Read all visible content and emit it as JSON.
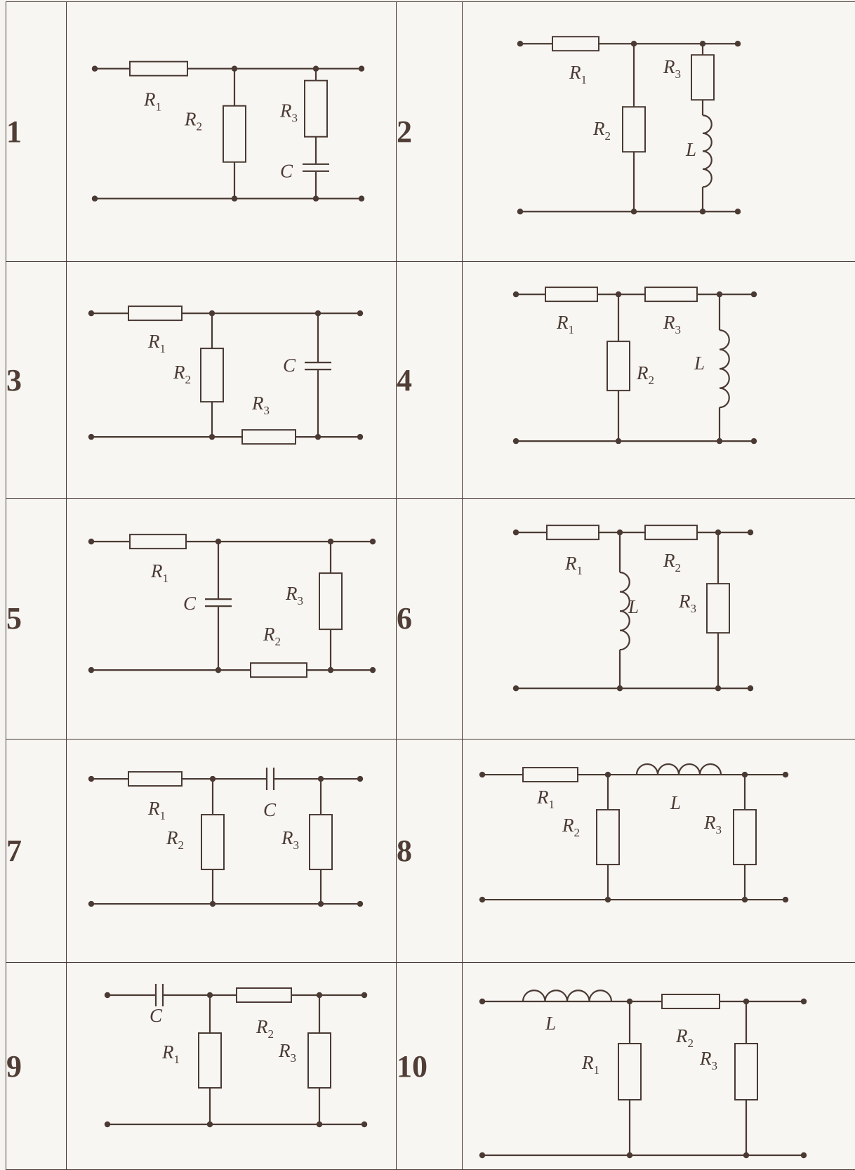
{
  "rows": [
    {
      "left": "1",
      "right": "2"
    },
    {
      "left": "3",
      "right": "4"
    },
    {
      "left": "5",
      "right": "6"
    },
    {
      "left": "7",
      "right": "8"
    },
    {
      "left": "9",
      "right": "10"
    }
  ],
  "components": {
    "R1": "R",
    "R1_sub": "1",
    "R2": "R",
    "R2_sub": "2",
    "R3": "R",
    "R3_sub": "3",
    "C": "C",
    "L": "L"
  },
  "colors": {
    "ink": "#4a3a33",
    "paper": "#f8f6f2"
  }
}
